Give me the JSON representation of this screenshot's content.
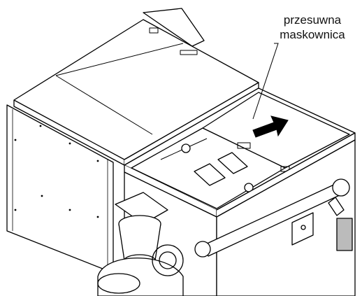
{
  "callout": {
    "line1": "przesuwna",
    "line2": "maskownica"
  },
  "icons": {
    "pointer": "leader-line",
    "direction": "arrow-right-icon"
  },
  "colors": {
    "stroke": "#000000",
    "fill": "#ffffff",
    "arrow": "#000000"
  }
}
